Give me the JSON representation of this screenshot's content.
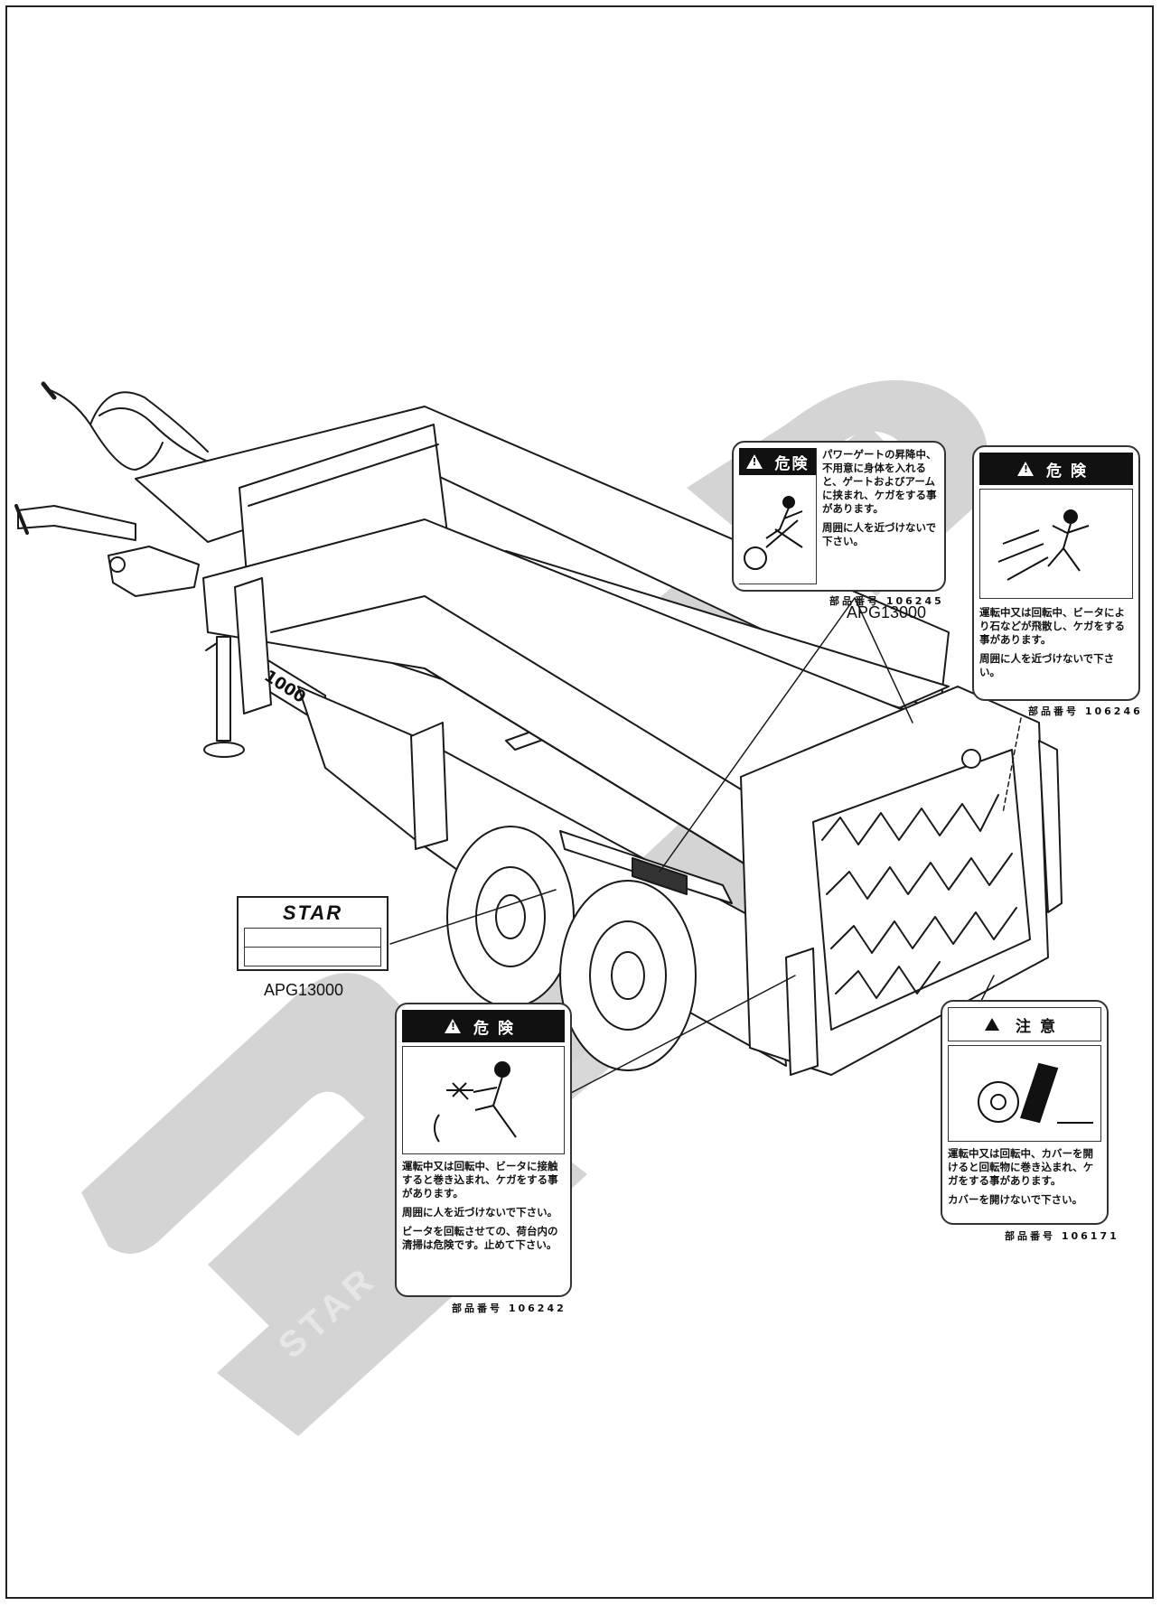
{
  "callouts": {
    "top": "APG13000",
    "left": "APG13000"
  },
  "logo_plate": {
    "brand": "STAR"
  },
  "watermark": {
    "text": "STAR"
  },
  "model_number": "1000",
  "labels": [
    {
      "header": "危険",
      "text": [
        "パワーゲートの昇降中、不用意に身体を入れると、ゲートおよびアームに挟まれ、ケガをする事があります。",
        "周囲に人を近づけないで下さい。"
      ],
      "part_no": "部品番号 106245"
    },
    {
      "header": "危険",
      "text": [
        "運転中又は回転中、ビータにより石などが飛散し、ケガをする事があります。",
        "周囲に人を近づけないで下さい。"
      ],
      "part_no": "部品番号 106246"
    },
    {
      "header": "危険",
      "text": [
        "運転中又は回転中、ビータに接触すると巻き込まれ、ケガをする事があります。",
        "周囲に人を近づけないで下さい。",
        "ビータを回転させての、荷台内の清掃は危険です。止めて下さい。"
      ],
      "part_no": "部品番号 106242"
    },
    {
      "header": "注意",
      "text": [
        "運転中又は回転中、カバーを開けると回転物に巻き込まれ、ケガをする事があります。",
        "カバーを開けないで下さい。"
      ],
      "part_no": "部品番号 106171"
    }
  ]
}
